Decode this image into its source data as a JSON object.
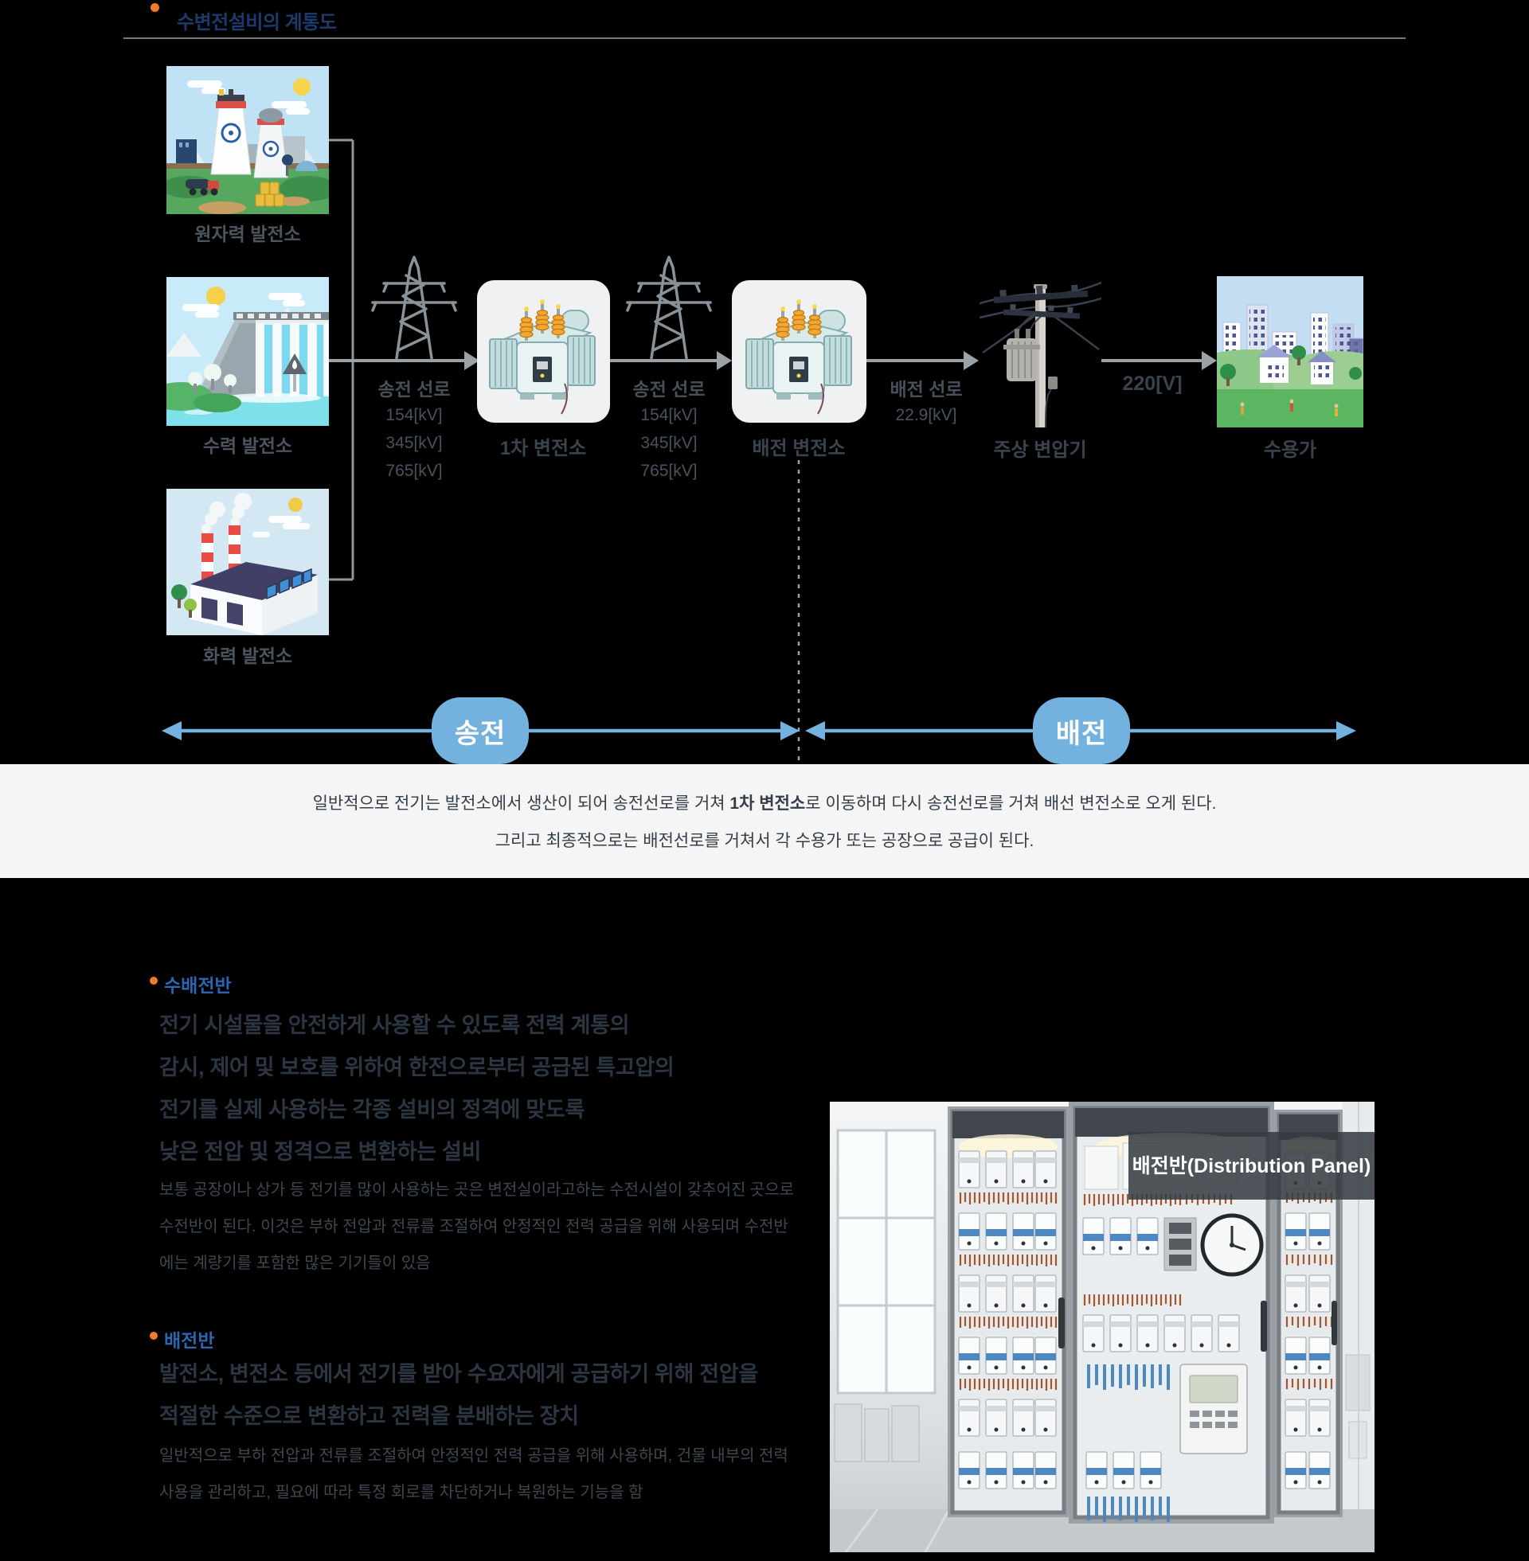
{
  "header": {
    "title": "수변전설비의 계통도"
  },
  "diagram": {
    "plants": [
      {
        "name": "원자력 발전소"
      },
      {
        "name": "수력 발전소"
      },
      {
        "name": "화력 발전소"
      }
    ],
    "links": [
      {
        "label": "송전 선로",
        "voltages": [
          "154[kV]",
          "345[kV]",
          "765[kV]"
        ]
      },
      {
        "label": "송전 선로",
        "voltages": [
          "154[kV]",
          "345[kV]",
          "765[kV]"
        ]
      },
      {
        "label": "배전 선로",
        "voltages": [
          "22.9[kV]"
        ]
      },
      {
        "label": "220[V]"
      }
    ],
    "nodes": [
      "1차 변전소",
      "배전 변전소",
      "주상 변압기",
      "수용가"
    ],
    "badges": [
      "송전",
      "배전"
    ]
  },
  "summary": {
    "line1_pre": "일반적으로 전기는 발전소에서 생산이 되어 송전선로를 거쳐 ",
    "line1_bold": "1차 변전소",
    "line1_post": "로 이동하며 다시 송전선로를 거쳐 배선 변전소로 오게 된다.",
    "line2": "그리고 최종적으로는 배전선로를 거쳐서 각 수용가 또는 공장으로 공급이 된다."
  },
  "sections": [
    {
      "heading": "수배전반",
      "bold_lines": [
        "전기 시설물을 안전하게 사용할 수 있도록 전력 계통의",
        "감시, 제어 및 보호를 위하여 한전으로부터 공급된 특고압의",
        "전기를 실제 사용하는 각종 설비의 정격에 맞도록",
        "낮은 전압 및 정격으로 변환하는 설비"
      ],
      "body_lines": [
        "보통 공장이나 상가 등 전기를 많이 사용하는 곳은 변전실이라고하는 수전시설이 갖추어진 곳으로",
        "수전반이 된다. 이것은 부하 전압과 전류를 조절하여 안정적인 전력 공급을 위해 사용되며 수전반",
        "에는 계량기를 포함한 많은 기기들이 있음"
      ]
    },
    {
      "heading": "배전반",
      "bold_lines": [
        "발전소, 변전소 등에서 전기를 받아 수요자에게 공급하기 위해 전압을",
        "적절한 수준으로 변환하고 전력을 분배하는 장치"
      ],
      "body_lines": [
        "일반적으로 부하 전압과 전류를 조절하여 안정적인 전력 공급을 위해 사용하며, 건물 내부의 전력",
        "사용을 관리하고, 필요에 따라 특정 회로를 차단하거나 복원하는 기능을 함"
      ]
    }
  ],
  "photo": {
    "caption": "배전반(Distribution Panel)"
  },
  "colors": {
    "accent_orange": "#ee7b28",
    "title_navy": "#1d3a6b",
    "heading_blue": "#2d65b2",
    "flow_blue": "#73b2df",
    "band_bg": "#f5f5f6"
  }
}
